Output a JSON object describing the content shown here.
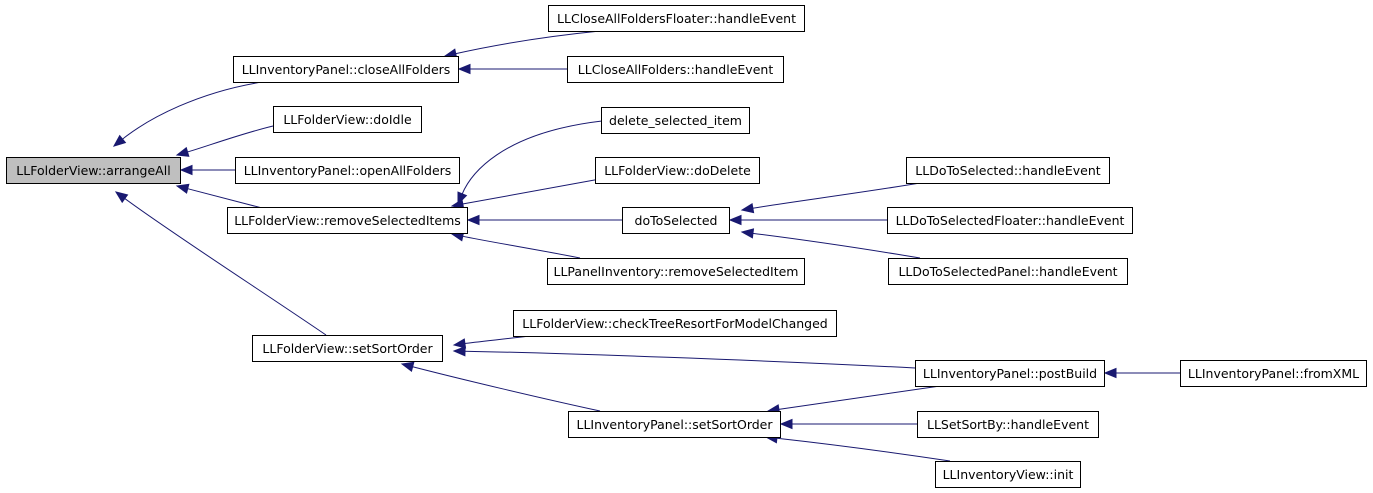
{
  "graph": {
    "edge_color": "#191970",
    "root_fill": "#bfbfbf",
    "nodes": [
      {
        "id": "arrangeAll",
        "label": "LLFolderView::arrangeAll",
        "root": true
      },
      {
        "id": "closeAllFolders",
        "label": "LLInventoryPanel::closeAllFolders"
      },
      {
        "id": "doIdle",
        "label": "LLFolderView::doIdle"
      },
      {
        "id": "openAllFolders",
        "label": "LLInventoryPanel::openAllFolders"
      },
      {
        "id": "removeSelectedItems",
        "label": "LLFolderView::removeSelectedItems"
      },
      {
        "id": "setSortOrderFV",
        "label": "LLFolderView::setSortOrder"
      },
      {
        "id": "closeAllFoldersFloater",
        "label": "LLCloseAllFoldersFloater::handleEvent"
      },
      {
        "id": "closeAllFoldersHE",
        "label": "LLCloseAllFolders::handleEvent"
      },
      {
        "id": "deleteSelectedItem",
        "label": "delete_selected_item"
      },
      {
        "id": "doDelete",
        "label": "LLFolderView::doDelete"
      },
      {
        "id": "doToSelected",
        "label": "doToSelected"
      },
      {
        "id": "removeSelectedItem",
        "label": "LLPanelInventory::removeSelectedItem"
      },
      {
        "id": "doToSelectedHE",
        "label": "LLDoToSelected::handleEvent"
      },
      {
        "id": "doToSelectedFloater",
        "label": "LLDoToSelectedFloater::handleEvent"
      },
      {
        "id": "doToSelectedPanel",
        "label": "LLDoToSelectedPanel::handleEvent"
      },
      {
        "id": "checkTreeResort",
        "label": "LLFolderView::checkTreeResortForModelChanged"
      },
      {
        "id": "postBuild",
        "label": "LLInventoryPanel::postBuild"
      },
      {
        "id": "fromXML",
        "label": "LLInventoryPanel::fromXML"
      },
      {
        "id": "setSortOrderIP",
        "label": "LLInventoryPanel::setSortOrder"
      },
      {
        "id": "setSortBy",
        "label": "LLSetSortBy::handleEvent"
      },
      {
        "id": "inventoryViewInit",
        "label": "LLInventoryView::init"
      }
    ],
    "edges": [
      {
        "from": "closeAllFolders",
        "to": "arrangeAll"
      },
      {
        "from": "doIdle",
        "to": "arrangeAll"
      },
      {
        "from": "openAllFolders",
        "to": "arrangeAll"
      },
      {
        "from": "removeSelectedItems",
        "to": "arrangeAll"
      },
      {
        "from": "setSortOrderFV",
        "to": "arrangeAll"
      },
      {
        "from": "closeAllFoldersFloater",
        "to": "closeAllFolders"
      },
      {
        "from": "closeAllFoldersHE",
        "to": "closeAllFolders"
      },
      {
        "from": "deleteSelectedItem",
        "to": "removeSelectedItems"
      },
      {
        "from": "doDelete",
        "to": "removeSelectedItems"
      },
      {
        "from": "doToSelected",
        "to": "removeSelectedItems"
      },
      {
        "from": "removeSelectedItem",
        "to": "removeSelectedItems"
      },
      {
        "from": "doToSelectedHE",
        "to": "doToSelected"
      },
      {
        "from": "doToSelectedFloater",
        "to": "doToSelected"
      },
      {
        "from": "doToSelectedPanel",
        "to": "doToSelected"
      },
      {
        "from": "checkTreeResort",
        "to": "setSortOrderFV"
      },
      {
        "from": "postBuild",
        "to": "setSortOrderFV"
      },
      {
        "from": "setSortOrderIP",
        "to": "setSortOrderFV"
      },
      {
        "from": "fromXML",
        "to": "postBuild"
      },
      {
        "from": "postBuild",
        "to": "setSortOrderIP"
      },
      {
        "from": "setSortBy",
        "to": "setSortOrderIP"
      },
      {
        "from": "inventoryViewInit",
        "to": "setSortOrderIP"
      }
    ]
  }
}
